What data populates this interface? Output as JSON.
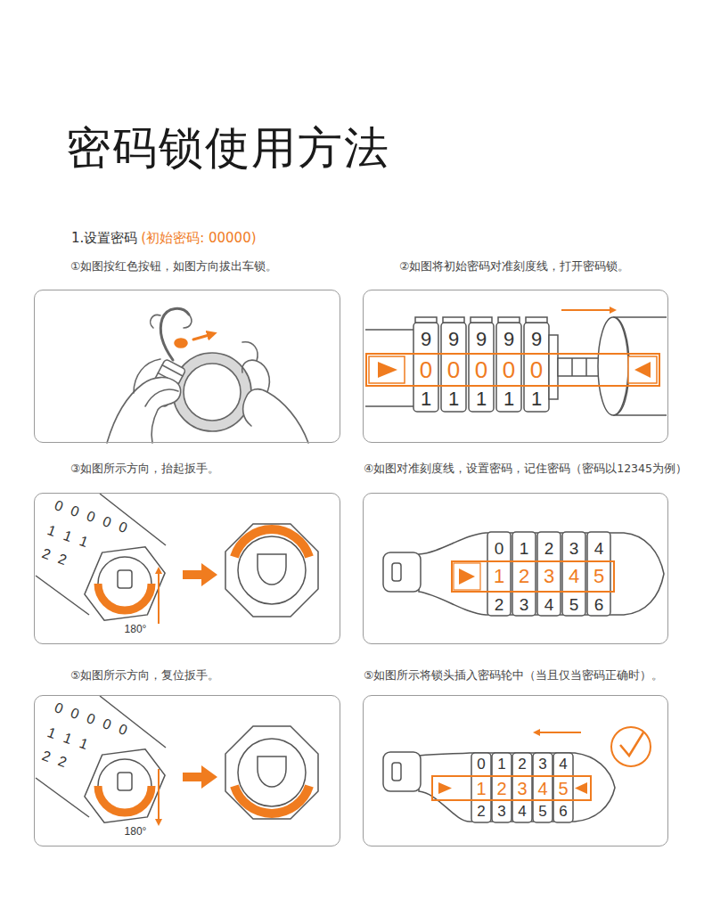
{
  "diagram": {
    "title": "密码锁使用方法",
    "nodes": [
      {
        "text": [
          "①如图按红色按钮，如图方向拔出车锁。"
        ]
      },
      {
        "text": [
          "②如图将初始密码对准刻度线，打开密码锁。"
        ]
      },
      {
        "text": [
          "③如图所示方向，抬起扳手。"
        ]
      },
      {
        "text": [
          "④如图对准刻度线，设置密码，记住密码（密码以12345为例）"
        ]
      },
      {
        "text": [
          "⑤如图所示方向，复位扳手。"
        ]
      },
      {
        "text": [
          "⑤如图所示将锁头插入密码轮中（当且仅当密码正确时）。"
        ]
      }
    ],
    "labels": [
      "1.设置密码",
      "(初始密码: 00000)",
      "9",
      "9",
      "9",
      "9",
      "9",
      "0",
      "0",
      "0",
      "0",
      "0",
      "1",
      "1",
      "1",
      "1",
      "1",
      "0",
      "0",
      "0",
      "0",
      "0",
      "1",
      "1",
      "1",
      "2",
      "2",
      "180°",
      "0",
      "1",
      "2",
      "3",
      "4",
      "1",
      "2",
      "3",
      "4",
      "5",
      "2",
      "3",
      "4",
      "5",
      "6",
      "0",
      "0",
      "0",
      "0",
      "0",
      "1",
      "1",
      "1",
      "2",
      "2",
      "180°",
      "0",
      "1",
      "2",
      "3",
      "4",
      "1",
      "2",
      "3",
      "4",
      "5",
      "2",
      "3",
      "4",
      "5",
      "6"
    ]
  }
}
